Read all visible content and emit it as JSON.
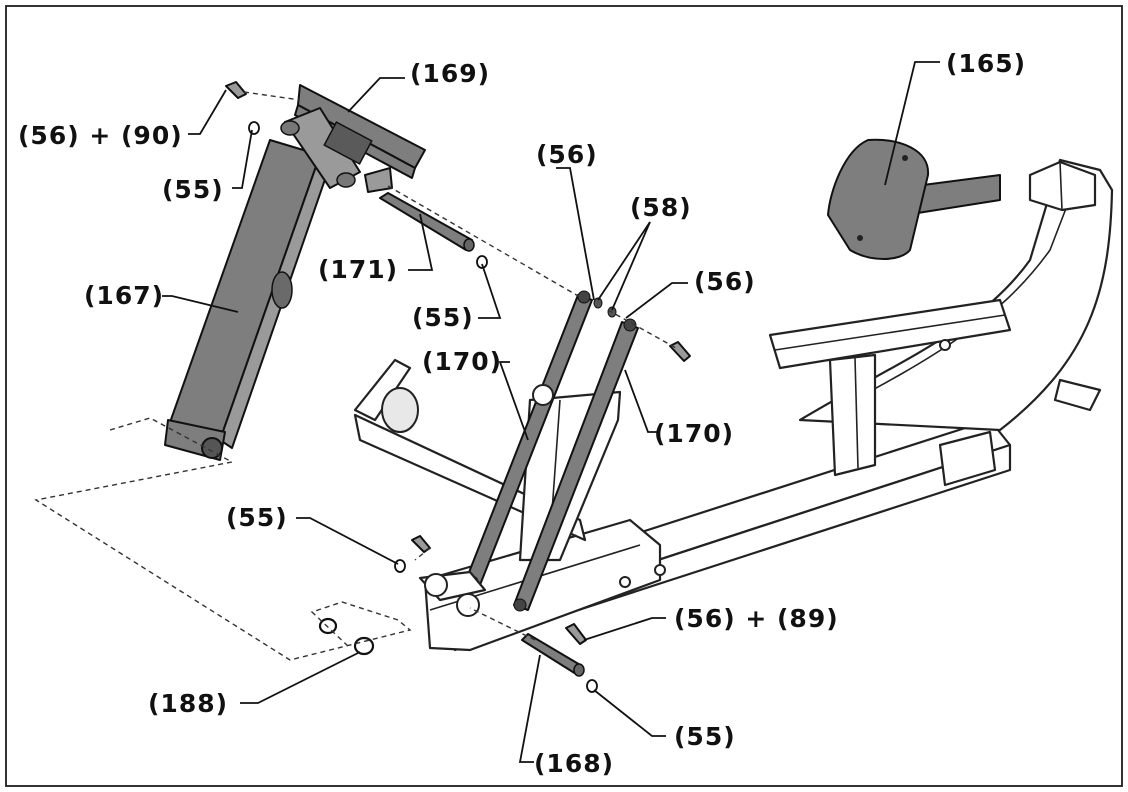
{
  "diagram": {
    "labels": {
      "l165": "(165)",
      "l169": "(169)",
      "l56_90": "(56) + (90)",
      "l55_a": "(55)",
      "l56_a": "(56)",
      "l58": "(58)",
      "l56_b": "(56)",
      "l171": "(171)",
      "l55_b": "(55)",
      "l167": "(167)",
      "l170_a": "(170)",
      "l170_b": "(170)",
      "l55_c": "(55)",
      "l56_89": "(56) + (89)",
      "l188": "(188)",
      "l55_d": "(55)",
      "l168": "(168)"
    },
    "colors": {
      "part_fill": "#7e7e7e",
      "frame_fill": "#ffffff",
      "line": "#111111"
    }
  }
}
